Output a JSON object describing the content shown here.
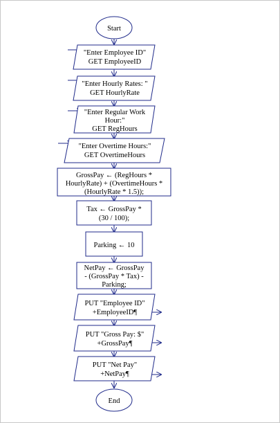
{
  "colors": {
    "stroke": "#1f2a8a",
    "text": "#000000",
    "background": "#ffffff",
    "frame": "#c8c8c8"
  },
  "flowchart": {
    "start": "Start",
    "end": "End",
    "input1": {
      "line1": "\"Enter Employee ID\"",
      "line2": "GET EmployeeID"
    },
    "input2": {
      "line1": "\"Enter Hourly Rates: \"",
      "line2": "GET HourlyRate"
    },
    "input3": {
      "line1": "\"Enter Regular Work",
      "line2": "Hour:\"",
      "line3": "GET RegHours"
    },
    "input4": {
      "line1": "\"Enter Overtime Hours:\"",
      "line2": "GET OvertimeHours"
    },
    "process1": {
      "line1": "GrossPay ← (RegHours *",
      "line2": "HourlyRate) + (OvertimeHours *",
      "line3": "(HourlyRate * 1.5));"
    },
    "process2": {
      "line1": "Tax ← GrossPay *",
      "line2": "(30  /  100);"
    },
    "process3": {
      "line1": "Parking ← 10"
    },
    "process4": {
      "line1": "NetPay ← GrossPay",
      "line2": "- (GrossPay * Tax) -",
      "line3": "Parking;"
    },
    "output1": {
      "line1": "PUT \"Employee ID\"",
      "line2": "+EmployeeID¶"
    },
    "output2": {
      "line1": "PUT \"Gross Pay: $\"",
      "line2": "+GrossPay¶"
    },
    "output3": {
      "line1": "PUT \"Net Pay\"",
      "line2": "+NetPay¶"
    }
  }
}
